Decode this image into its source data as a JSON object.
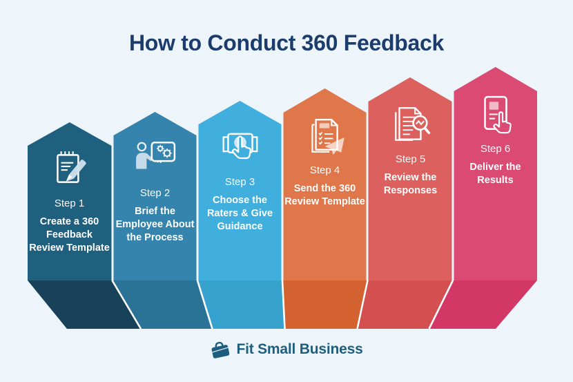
{
  "title": "How to Conduct 360 Feedback",
  "steps": [
    {
      "label": "Step 1",
      "description": "Create a 360\nFeedback\nReview Template",
      "icon": "notepad-pencil-icon",
      "body_color": "#20607F",
      "fold_color": "#17425A"
    },
    {
      "label": "Step 2",
      "description": "Brief the\nEmployee About\nthe Process",
      "icon": "presenter-gears-icon",
      "body_color": "#3484AD",
      "fold_color": "#2B7396"
    },
    {
      "label": "Step 3",
      "description": "Choose the\nRaters & Give\nGuidance",
      "icon": "touchscreen-tap-icon",
      "body_color": "#40AFDE",
      "fold_color": "#37A2CE"
    },
    {
      "label": "Step 4",
      "description": "Send the 360\nReview Template",
      "icon": "checklist-send-icon",
      "body_color": "#E0774A",
      "fold_color": "#D46231"
    },
    {
      "label": "Step 5",
      "description": "Review the\nResponses",
      "icon": "documents-magnifier-icon",
      "body_color": "#DC605D",
      "fold_color": "#D34F50"
    },
    {
      "label": "Step 6",
      "description": "Deliver the\nResults",
      "icon": "tablet-tap-icon",
      "body_color": "#DB4A72",
      "fold_color": "#D23766"
    }
  ],
  "footer": {
    "brand": "Fit Small Business",
    "brand_color": "#1D5E7E"
  },
  "colors": {
    "background": "#EDF5FA",
    "title_color": "#1B3C6D",
    "separator": "#FFFFFF"
  }
}
